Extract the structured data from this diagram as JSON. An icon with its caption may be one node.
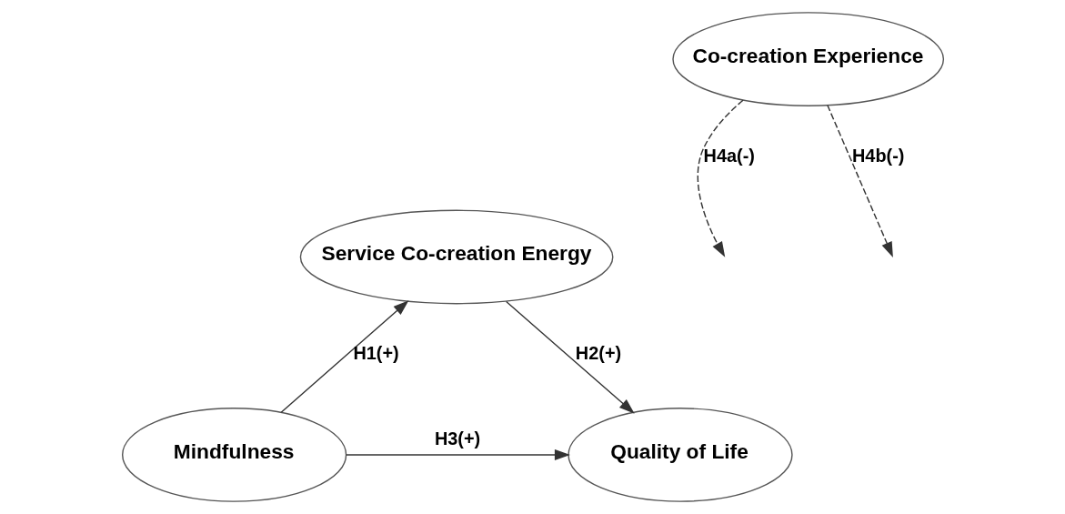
{
  "diagram": {
    "nodes": [
      {
        "text": [
          "Service Co-creation Energy"
        ]
      },
      {
        "text": [
          "Co-creation Experience"
        ]
      },
      {
        "text": [
          "Mindfulness"
        ]
      },
      {
        "text": [
          "Quality of Life"
        ]
      }
    ],
    "edges": [
      {
        "from": 2,
        "to": 0,
        "arrow": "to",
        "label": "H1(+)"
      },
      {
        "from": 0,
        "to": 3,
        "arrow": "to",
        "label": "H2(+)"
      },
      {
        "from": 2,
        "to": 3,
        "arrow": "to",
        "label": "H3(+)"
      },
      {
        "from": 1,
        "to": null,
        "arrow": "to",
        "label": "H4a(-)",
        "style": "dashed"
      },
      {
        "from": 1,
        "to": null,
        "arrow": "to",
        "label": "H4b(-)",
        "style": "dashed"
      }
    ]
  }
}
